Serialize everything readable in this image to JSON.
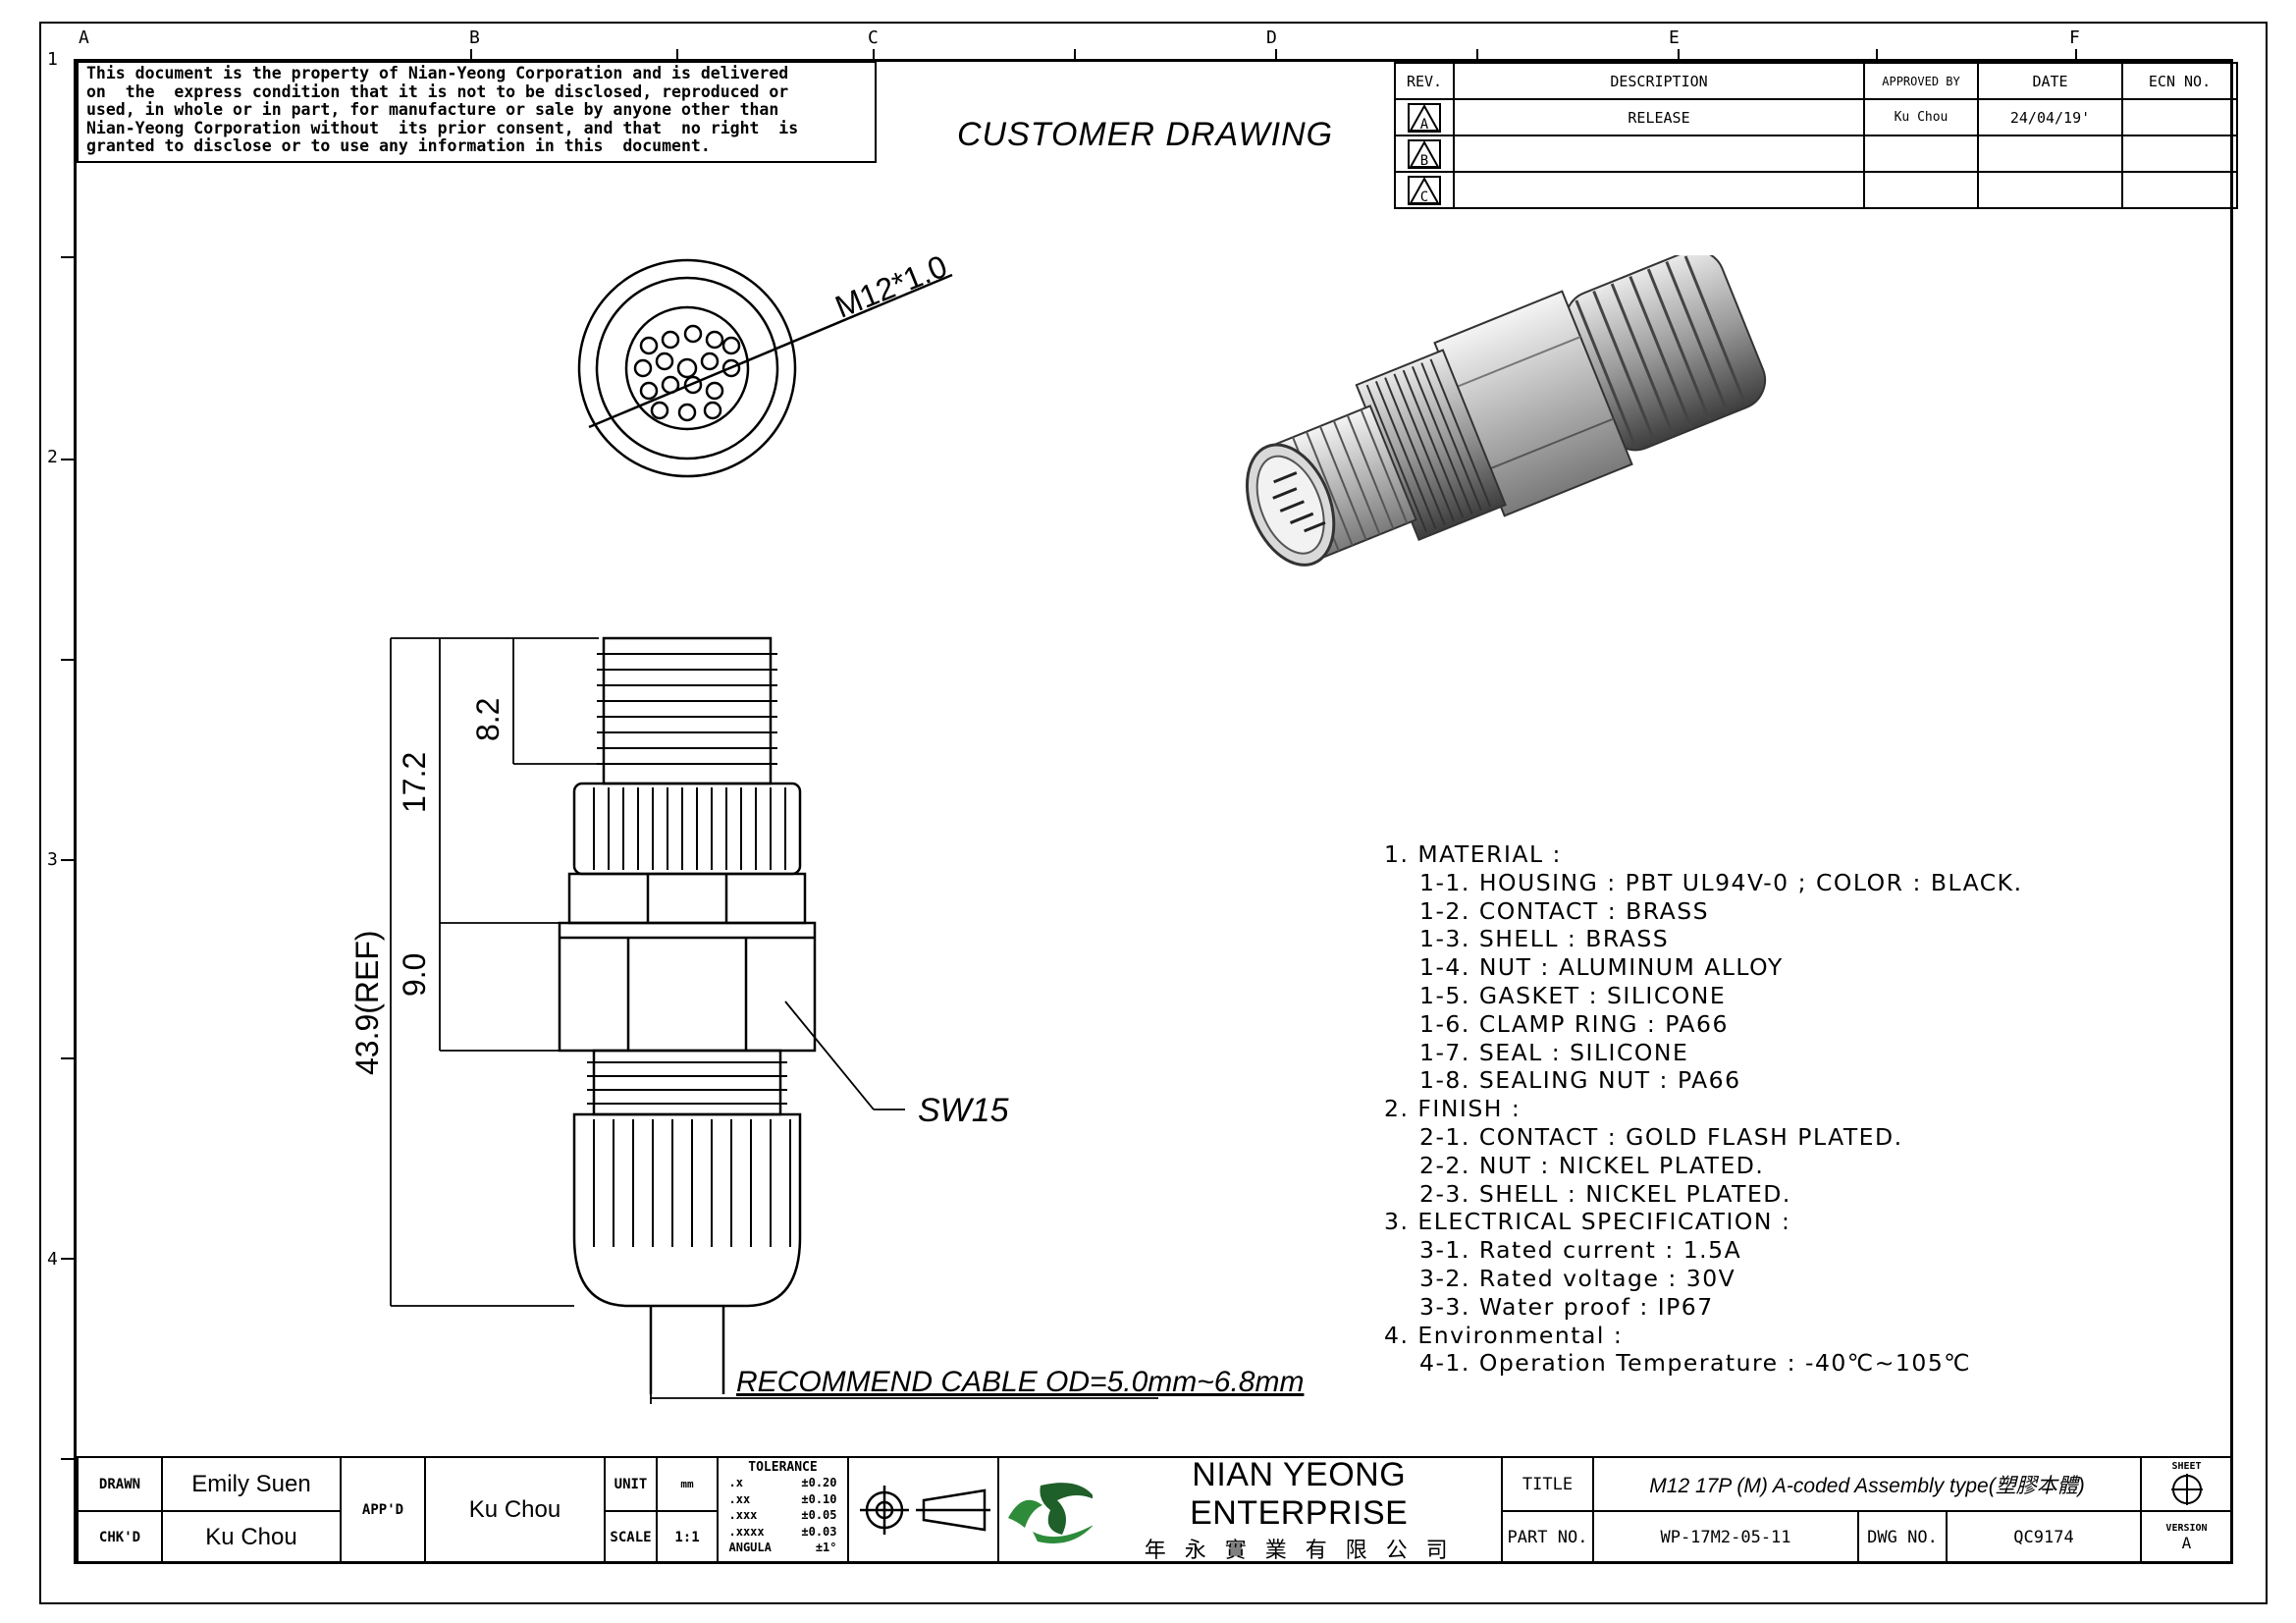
{
  "zones": {
    "columns": [
      "A",
      "B",
      "C",
      "D",
      "E",
      "F"
    ],
    "rows": [
      "1",
      "2",
      "3",
      "4"
    ]
  },
  "notice_text": "This document is the property of Nian-Yeong Corporation and is delivered\non  the  express condition that it is not to be disclosed, reproduced or\nused, in whole or in part, for manufacture or sale by anyone other than\nNian-Yeong Corporation without  its prior consent, and that  no right  is\ngranted to disclose or to use any information in this  document.",
  "drawing_title": "CUSTOMER DRAWING",
  "revision_table": {
    "headers": {
      "rev": "REV.",
      "description": "DESCRIPTION",
      "approved_by": "APPROVED BY",
      "date": "DATE",
      "ecn": "ECN NO."
    },
    "rows": [
      {
        "rev": "A",
        "description": "RELEASE",
        "approved_by": "Ku Chou",
        "date": "24/04/19'",
        "ecn": ""
      },
      {
        "rev": "B",
        "description": "",
        "approved_by": "",
        "date": "",
        "ecn": ""
      },
      {
        "rev": "C",
        "description": "",
        "approved_by": "",
        "date": "",
        "ecn": ""
      }
    ]
  },
  "dimensions": {
    "thread": "M12*1.0",
    "d1": "8.2",
    "d2": "17.2",
    "d3": "9.0",
    "total": "43.9(REF)",
    "wrench": "SW15",
    "cable": "RECOMMEND CABLE OD=5.0mm~6.8mm"
  },
  "notes": [
    {
      "level": 1,
      "text": "1. MATERIAL :"
    },
    {
      "level": 2,
      "text": "1-1. HOUSING : PBT UL94V-0 ; COLOR : BLACK."
    },
    {
      "level": 2,
      "text": "1-2. CONTACT : BRASS"
    },
    {
      "level": 2,
      "text": "1-3. SHELL : BRASS"
    },
    {
      "level": 2,
      "text": "1-4. NUT : ALUMINUM ALLOY"
    },
    {
      "level": 2,
      "text": "1-5. GASKET : SILICONE"
    },
    {
      "level": 2,
      "text": "1-6. CLAMP RING : PA66"
    },
    {
      "level": 2,
      "text": "1-7. SEAL : SILICONE"
    },
    {
      "level": 2,
      "text": "1-8. SEALING NUT : PA66"
    },
    {
      "level": 1,
      "text": "2. FINISH :"
    },
    {
      "level": 2,
      "text": "2-1. CONTACT : GOLD FLASH PLATED."
    },
    {
      "level": 2,
      "text": "2-2. NUT : NICKEL PLATED."
    },
    {
      "level": 2,
      "text": "2-3. SHELL : NICKEL PLATED."
    },
    {
      "level": 1,
      "text": "3. ELECTRICAL SPECIFICATION :"
    },
    {
      "level": 2,
      "text": "3-1. Rated current : 1.5A"
    },
    {
      "level": 2,
      "text": "3-2. Rated voltage : 30V"
    },
    {
      "level": 2,
      "text": "3-3. Water proof : IP67"
    },
    {
      "level": 1,
      "text": "4. Environmental :"
    },
    {
      "level": 2,
      "text": "4-1. Operation Temperature : -40℃~105℃"
    }
  ],
  "title_block": {
    "drawn_label": "DRAWN",
    "drawn_value": "Emily Suen",
    "chkd_label": "CHK'D",
    "chkd_value": "Ku Chou",
    "appd_label": "APP'D",
    "appd_value": "Ku Chou",
    "unit_label": "UNIT",
    "unit_value": "mm",
    "scale_label": "SCALE",
    "scale_value": "1:1",
    "tolerance_label": "TOLERANCE",
    "tolerance_rows": [
      {
        "k": ".x",
        "v": "±0.20"
      },
      {
        "k": ".xx",
        "v": "±0.10"
      },
      {
        "k": ".xxx",
        "v": "±0.05"
      },
      {
        "k": ".xxxx",
        "v": "±0.03"
      },
      {
        "k": "ANGULA",
        "v": "±1°"
      }
    ],
    "company_name": "NIAN YEONG ENTERPRISE",
    "company_name_cn": "年 永 實 業 有 限 公 司",
    "title_label": "TITLE",
    "title_value": "M12 17P (M) A-coded Assembly type(塑膠本體)",
    "part_label": "PART NO.",
    "part_value": "WP-17M2-05-11",
    "dwg_label": "DWG NO.",
    "dwg_value": "QC9174",
    "sheet_label": "SHEET",
    "version_label": "VERSION",
    "version_value": "A"
  },
  "colors": {
    "logo_green": "#2e8b3a",
    "logo_dark": "#1f5f2a"
  }
}
